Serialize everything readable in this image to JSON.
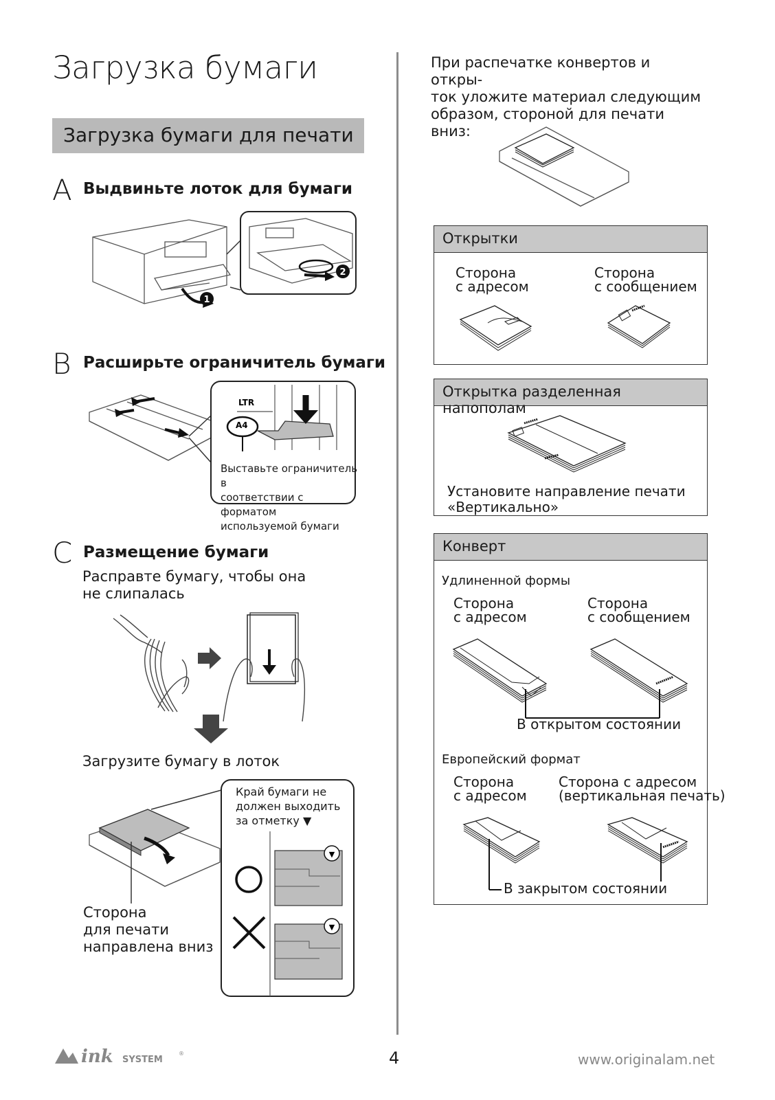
{
  "title": "Загрузка бумаги",
  "section_bar": "Загрузка бумаги для печати",
  "steps": {
    "a": {
      "letter": "A",
      "heading": "Выдвиньте лоток для бумаги",
      "badge1": "1",
      "badge2": "2"
    },
    "b": {
      "letter": "B",
      "heading": "Расширьте ограничитель бумаги",
      "ltr": "LTR",
      "a4": "A4",
      "callout_line1": "Выставьте ограничитель в",
      "callout_line2": "соответствии с форматом",
      "callout_line3": "используемой бумаги"
    },
    "c": {
      "letter": "C",
      "heading": "Размещение бумаги",
      "text_line1": "Расправте бумагу, чтобы она",
      "text_line2": "не слипалась",
      "load_text": "Загрузите бумагу в лоток",
      "callout_line1": "Край бумаги не",
      "callout_line2": "должен выходить",
      "callout_line3": "за отметку ▼",
      "side_line1": "Сторона",
      "side_line2": "для печати",
      "side_line3": "направлена вниз"
    }
  },
  "right": {
    "intro_line1": "При распечатке конвертов и откры-",
    "intro_line2": "ток уложите материал следующим",
    "intro_line3": "образом, стороной для печати вниз:",
    "postcards": {
      "header": "Открытки",
      "left_line1": "Сторона",
      "left_line2": "с адресом",
      "right_line1": "Сторона",
      "right_line2": "с сообщением"
    },
    "folded": {
      "header": "Открытка разделенная напополам",
      "note_line1": "Установите направление печати",
      "note_line2": "«Вертикально»"
    },
    "envelope": {
      "header": "Конверт",
      "long_label": "Удлиненной формы",
      "long_left_line1": "Сторона",
      "long_left_line2": "с адресом",
      "long_right_line1": "Сторона",
      "long_right_line2": "с сообщением",
      "open_state": "В открытом состоянии",
      "euro_label": "Европейский формат",
      "euro_left_line1": "Сторона",
      "euro_left_line2": "с адресом",
      "euro_right_line1": "Сторона с адресом",
      "euro_right_line2": "(вертикальная печать)",
      "closed_state": "В закрытом состоянии"
    }
  },
  "footer": {
    "brand_ink": "ink",
    "brand_system": "SYSTEM",
    "brand_reg": "®",
    "page_number": "4",
    "website": "www.originalam.net"
  },
  "colors": {
    "bar_gray": "#b9b9b9",
    "header_gray": "#c8c8c8",
    "panel_gray": "#bdbdbd",
    "divider": "#8c8c8c"
  }
}
